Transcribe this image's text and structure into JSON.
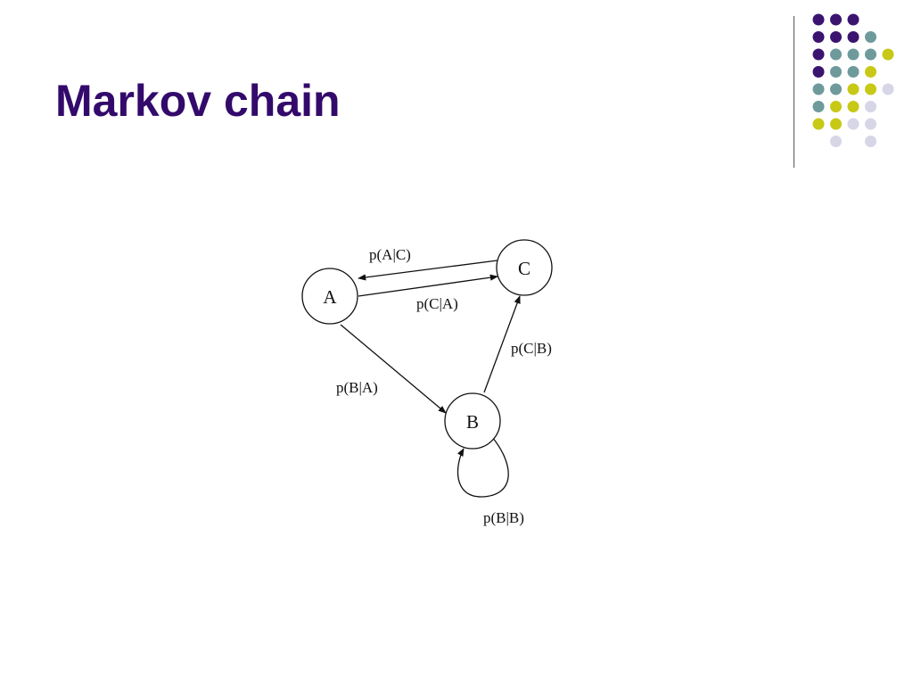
{
  "slide": {
    "title": "Markov chain"
  },
  "theme": {
    "title_color": "#330a6b",
    "dot_colors": {
      "P": "#3b1470",
      "T": "#6e9a9c",
      "Y": "#c8c817",
      "L": "#d6d6e6"
    },
    "dot_pattern": [
      "PPP..",
      "PPPT.",
      "PTTTY",
      "PTTY.",
      "TTYYL",
      "TYYL.",
      "YYLL.",
      ".L.L."
    ]
  },
  "diagram": {
    "nodes": {
      "a": "A",
      "b": "B",
      "c": "C"
    },
    "edges": {
      "c_to_a": "p(A|C)",
      "a_to_c": "p(C|A)",
      "a_to_b": "p(B|A)",
      "b_to_c": "p(C|B)",
      "b_to_b": "p(B|B)"
    }
  }
}
